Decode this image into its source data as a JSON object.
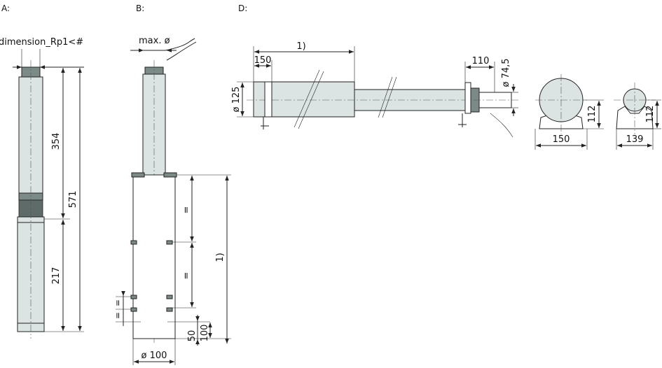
{
  "views": {
    "a": {
      "label": "A:",
      "connection_note": "dimension_Rp1<#",
      "dim_top": "354",
      "dim_total": "571",
      "dim_bottom": "217"
    },
    "b": {
      "label": "B:",
      "cable_note": "max. ø",
      "dim_spacing_1": "=",
      "dim_spacing_2": "=",
      "dim_spacing_3": "=",
      "dim_spacing_4": "=",
      "dim_ref": "1)",
      "dim_50": "50",
      "dim_100": "100",
      "dim_dia": "ø 100"
    },
    "d": {
      "label": "D:",
      "dim_ref": "1)",
      "dim_150_left": "150",
      "dim_dia_125": "ø 125",
      "dim_110": "110",
      "dim_dia_745": "ø 74,5",
      "dim_112_a": "112",
      "dim_150_bottom": "150",
      "dim_112_b": "112",
      "dim_139": "139"
    }
  }
}
